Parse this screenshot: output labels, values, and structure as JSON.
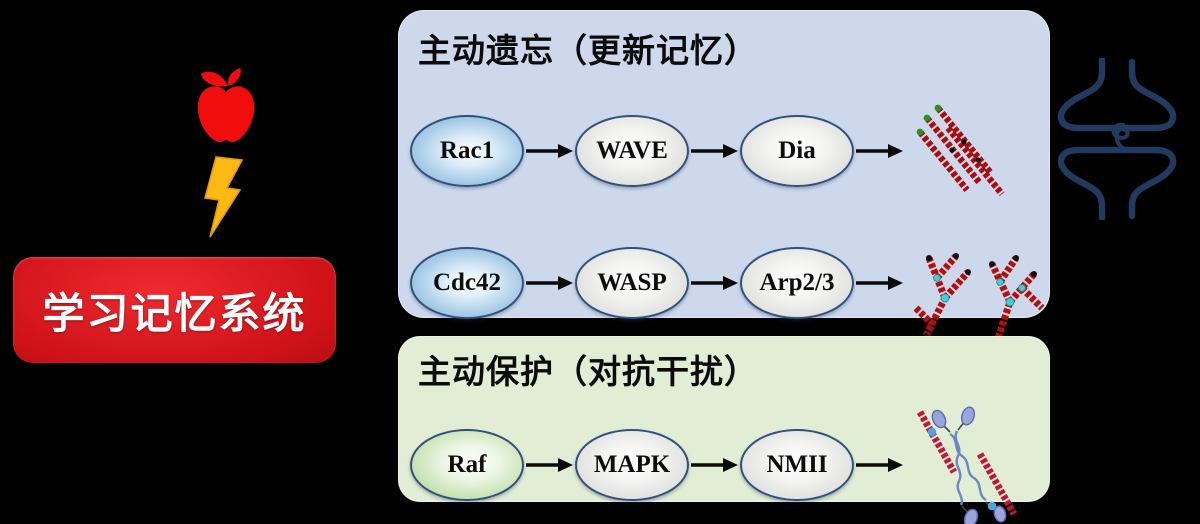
{
  "figure": {
    "background_color": "#000000",
    "description_visible_text_language": "zh-CN"
  },
  "memory_system": {
    "label": "学习记忆系统",
    "box_color": "#cf1218",
    "text_color": "#ffffff"
  },
  "stimuli": {
    "apple_icon": "apple",
    "apple_color": "#f20d0d",
    "lightning_icon": "lightning-bolt",
    "lightning_color": "#fcb813"
  },
  "panels": {
    "forgetting": {
      "title": "主动遗忘（更新记忆）",
      "bg_color": "#cdd8ec",
      "rows": [
        {
          "nodes": [
            {
              "label": "Rac1",
              "fill": "blue"
            },
            {
              "label": "WAVE",
              "fill": "gray"
            },
            {
              "label": "Dia",
              "fill": "gray"
            }
          ],
          "result_icon": "linear-actin-bundle"
        },
        {
          "nodes": [
            {
              "label": "Cdc42",
              "fill": "blue"
            },
            {
              "label": "WASP",
              "fill": "gray"
            },
            {
              "label": "Arp2/3",
              "fill": "gray"
            }
          ],
          "result_icon": "branched-actin-network"
        }
      ]
    },
    "protection": {
      "title": "主动保护（对抗干扰）",
      "bg_color": "#e1edd4",
      "rows": [
        {
          "nodes": [
            {
              "label": "Raf",
              "fill": "green"
            },
            {
              "label": "MAPK",
              "fill": "gray"
            },
            {
              "label": "NMII",
              "fill": "gray"
            }
          ],
          "result_icon": "actomyosin"
        }
      ]
    }
  },
  "synapse": {
    "icon": "synapse-outline",
    "color": "#213a5f"
  },
  "colors": {
    "node_border": "#31517c",
    "arrow": "#0a0a0a",
    "actin_red": "#a90e0e",
    "actin_crimson": "#c2163e",
    "arp_junction_cyan": "#45cfd2",
    "barbed_tip_green": "#2f8f1f",
    "myosin_blue": "#9aa5dc"
  }
}
